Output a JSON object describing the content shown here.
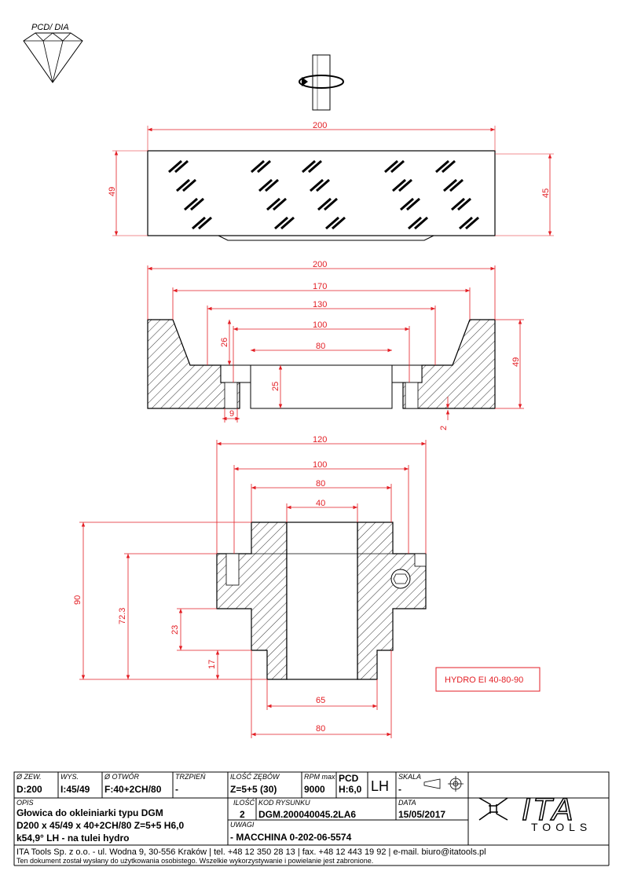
{
  "pcd_label": "PCD/ DIA",
  "views": {
    "top": {
      "width": "200",
      "h_left": "49",
      "h_right": "45"
    },
    "section": {
      "d200": "200",
      "d170": "170",
      "d130": "130",
      "d100": "100",
      "d80": "80",
      "h26": "26",
      "h25": "25",
      "h49": "49",
      "w9": "9",
      "h2": "2"
    },
    "sleeve": {
      "d120": "120",
      "d100": "100",
      "d80": "80",
      "d40": "40",
      "h90": "90",
      "h72": "72.3",
      "h23": "23",
      "h17": "17",
      "d65": "65",
      "d80b": "80"
    }
  },
  "hydro_label": "HYDRO EI 40-80-90",
  "title_block": {
    "zew_label": "Ø ZEW.",
    "zew_value": "D:200",
    "wys_label": "WYS.",
    "wys_value": "I:45/49",
    "otwor_label": "Ø OTWÓR",
    "otwor_value": "F:40+2CH/80",
    "trzpien_label": "TRZPIEŃ",
    "trzpien_value": "-",
    "zebow_label": "ILOŚĆ ZĘBÓW",
    "zebow_value": "Z=5+5 (30)",
    "rpm_label": "RPM max",
    "rpm_value": "9000",
    "pcd_label": "PCD",
    "pcd_value": "H:6,0",
    "lh_value": "LH",
    "skala_label": "SKALA",
    "skala_value": "-",
    "opis_label": "OPIS",
    "opis_lines": [
      "Głowica do okleiniarki typu DGM",
      "D200 x 45/49 x 40+2CH/80 Z=5+5 H6,0",
      "k54,9° LH - na tulei hydro"
    ],
    "ilosc_label": "ILOŚĆ",
    "ilosc_value": "2",
    "kod_label": "KOD RYSUNKU",
    "kod_value": "DGM.200040045.2LA6",
    "data_label": "DATA",
    "data_value": "15/05/2017",
    "uwagi_label": "UWAGI",
    "uwagi_value": "- MACCHINA 0-202-06-5574",
    "logo_text": "ITA",
    "logo_sub": "TOOLS"
  },
  "footer": {
    "line1": "ITA Tools Sp. z o.o. - ul. Wodna 9, 30-556 Kraków  |  tel. +48 12 350 28 13  |  fax. +48 12 443 19 92  |  e-mail. biuro@itatools.pl",
    "line2": "Ten dokument został wysłany do użytkowania osobistego. Wszelkie wykorzystywanie i powielanie jest zabronione."
  },
  "colors": {
    "dimension": "#e31e24",
    "line": "#000000"
  }
}
